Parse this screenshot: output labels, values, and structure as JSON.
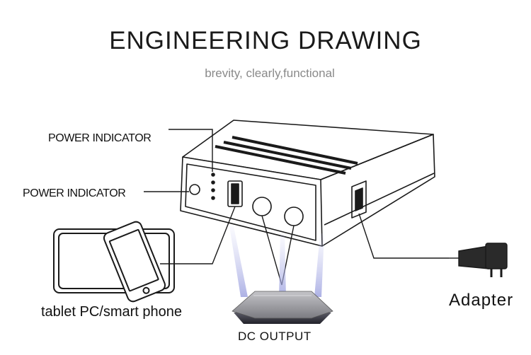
{
  "header": {
    "title": "ENGINEERING DRAWING",
    "subtitle": "brevity, clearly,functional"
  },
  "callouts": {
    "power_indicator_top": "POWER INDICATOR",
    "power_indicator_left": "POWER INDICATOR",
    "tablet": "tablet PC/smart phone",
    "dc_output": "DC OUTPUT",
    "adapter": "Adapter"
  },
  "colors": {
    "line": "#1a1a1a",
    "glow": "#b8bce8",
    "router_top": "#9a9aa0",
    "router_base": "#3b3b46"
  },
  "icons": [
    "power-bank-icon",
    "tablet-icon",
    "smartphone-icon",
    "router-icon",
    "wall-adapter-icon"
  ]
}
